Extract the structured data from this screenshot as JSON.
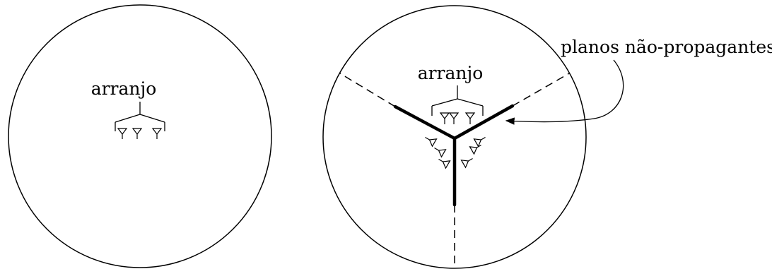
{
  "left_panel": {
    "array_label": "arranjo"
  },
  "right_panel": {
    "array_label": "arranjo",
    "annotation_label": "planos não-propagantes"
  },
  "colors": {
    "stroke": "#000000",
    "background": "#ffffff"
  }
}
